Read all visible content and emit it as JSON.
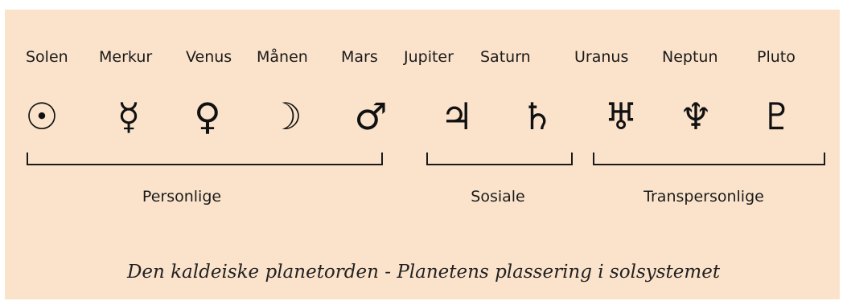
{
  "planets": [
    {
      "name": "Solen",
      "symbol": "☉",
      "icon": "sun-icon"
    },
    {
      "name": "Merkur",
      "symbol": "☿",
      "icon": "mercury-icon"
    },
    {
      "name": "Venus",
      "symbol": "♀",
      "icon": "venus-icon"
    },
    {
      "name": "Månen",
      "symbol": "☽",
      "icon": "moon-icon"
    },
    {
      "name": "Mars",
      "symbol": "♂",
      "icon": "mars-icon"
    },
    {
      "name": "Jupiter",
      "symbol": "♃",
      "icon": "jupiter-icon"
    },
    {
      "name": "Saturn",
      "symbol": "♄",
      "icon": "saturn-icon"
    },
    {
      "name": "Uranus",
      "symbol": "♅",
      "icon": "uranus-icon"
    },
    {
      "name": "Neptun",
      "symbol": "♆",
      "icon": "neptune-icon"
    },
    {
      "name": "Pluto",
      "symbol": "♇",
      "icon": "pluto-icon"
    }
  ],
  "groups": [
    {
      "label": "Personlige"
    },
    {
      "label": "Sosiale"
    },
    {
      "label": "Transpersonlige"
    }
  ],
  "caption": "Den kaldeiske planetorden - Planetens plassering i solsystemet",
  "colors": {
    "background": "#fbe3cb",
    "ink": "#1a1a1a"
  }
}
